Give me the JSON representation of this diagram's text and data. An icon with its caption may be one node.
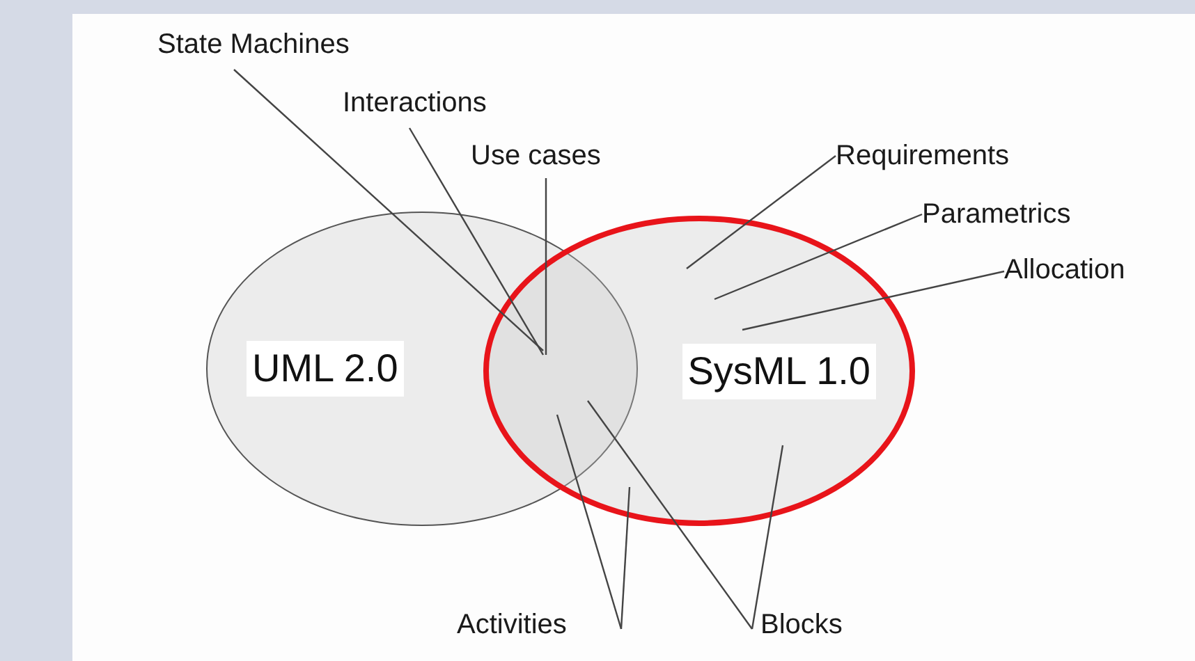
{
  "diagram": {
    "nodes": [
      {
        "text": [
          "UML 2.0"
        ]
      },
      {
        "text": [
          "SysML 1.0"
        ]
      },
      {
        "text": [
          "State Machines"
        ]
      },
      {
        "text": [
          "Interactions"
        ]
      },
      {
        "text": [
          "Use cases"
        ]
      },
      {
        "text": [
          "Requirements"
        ]
      },
      {
        "text": [
          "Parametrics"
        ]
      },
      {
        "text": [
          "Allocation"
        ]
      },
      {
        "text": [
          "Activities"
        ]
      },
      {
        "text": [
          "Blocks"
        ]
      }
    ],
    "edges": [
      {
        "from": 2,
        "to": 1,
        "arrow": "none"
      },
      {
        "from": 3,
        "to": 1,
        "arrow": "none"
      },
      {
        "from": 4,
        "to": 1,
        "arrow": "none"
      },
      {
        "from": 5,
        "to": 1,
        "arrow": "none"
      },
      {
        "from": 6,
        "to": 1,
        "arrow": "none"
      },
      {
        "from": 7,
        "to": 1,
        "arrow": "none"
      },
      {
        "from": 8,
        "to": 1,
        "arrow": "none"
      },
      {
        "from": 8,
        "to": 1,
        "arrow": "none"
      },
      {
        "from": 9,
        "to": 1,
        "arrow": "none"
      },
      {
        "from": 9,
        "to": 1,
        "arrow": "none"
      }
    ]
  }
}
